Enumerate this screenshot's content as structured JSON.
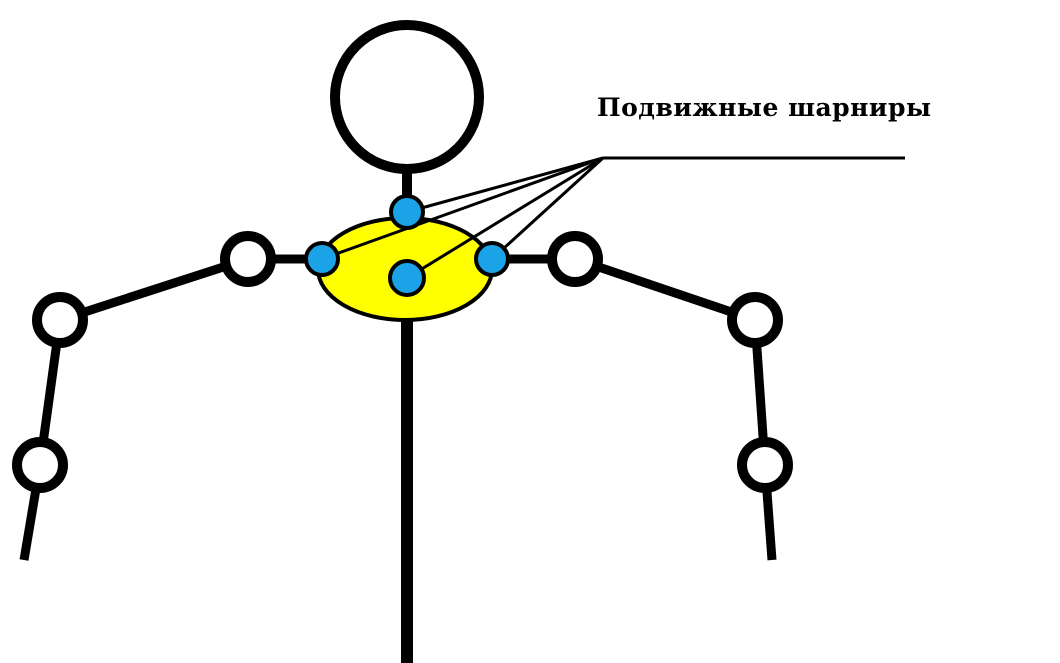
{
  "callout": {
    "label": "Подвижные шарниры"
  },
  "colors": {
    "line": "#000000",
    "shoulder_girdle_fill": "#ffff00",
    "movable_joint_fill": "#1aa3e6",
    "fixed_joint_fill": "#ffffff",
    "background": "#ffffff"
  },
  "icons": {
    "head": "circle-outline",
    "fixed_joint": "circle-outline",
    "movable_joint": "filled-circle-blue",
    "shoulder_girdle": "yellow-ellipse"
  }
}
